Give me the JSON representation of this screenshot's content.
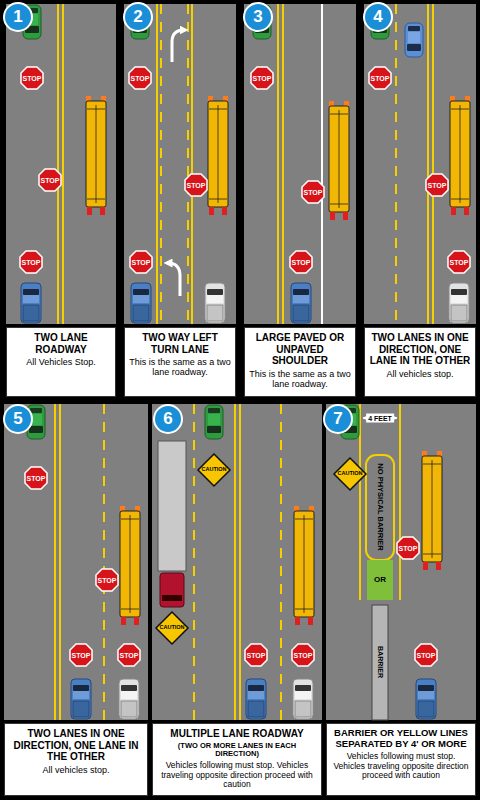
{
  "diagram": {
    "nodes": [
      {
        "text": [
          "1"
        ]
      },
      {
        "text": [
          "STOP"
        ]
      },
      {
        "text": [
          "STOP"
        ]
      },
      {
        "text": [
          "STOP"
        ]
      },
      {
        "text": [
          "TWO LANE ROADWAY",
          "All Vehicles Stop."
        ]
      },
      {
        "text": [
          "2"
        ]
      },
      {
        "text": [
          "STOP"
        ]
      },
      {
        "text": [
          "STOP"
        ]
      },
      {
        "text": [
          "STOP"
        ]
      },
      {
        "text": [
          "TWO WAY LEFT TURN LANE",
          "This is the same as a two lane roadway."
        ]
      },
      {
        "text": [
          "3"
        ]
      },
      {
        "text": [
          "STOP"
        ]
      },
      {
        "text": [
          "STOP"
        ]
      },
      {
        "text": [
          "STOP"
        ]
      },
      {
        "text": [
          "LARGE PAVED OR UNPAVED SHOULDER",
          "This is the same as a two lane roadway."
        ]
      },
      {
        "text": [
          "4"
        ]
      },
      {
        "text": [
          "STOP"
        ]
      },
      {
        "text": [
          "STOP"
        ]
      },
      {
        "text": [
          "STOP"
        ]
      },
      {
        "text": [
          "TWO LANES IN ONE DIRECTION, ONE LANE IN THE OTHER",
          "All vehicles stop."
        ]
      },
      {
        "text": [
          "5"
        ]
      },
      {
        "text": [
          "STOP"
        ]
      },
      {
        "text": [
          "STOP"
        ]
      },
      {
        "text": [
          "STOP"
        ]
      },
      {
        "text": [
          "STOP"
        ]
      },
      {
        "text": [
          "TWO LANES IN ONE DIRECTION, ONE LANE IN THE OTHER",
          "All vehicles stop."
        ]
      },
      {
        "text": [
          "6"
        ]
      },
      {
        "text": [
          "CAUTION"
        ]
      },
      {
        "text": [
          "CAUTION"
        ]
      },
      {
        "text": [
          "STOP"
        ]
      },
      {
        "text": [
          "STOP"
        ]
      },
      {
        "text": [
          "MULTIPLE LANE ROADWAY",
          "(TWO OR MORE LANES IN EACH DIRECTION)",
          "Vehicles following must stop. Vehicles traveling opposite direction proceed with caution"
        ]
      },
      {
        "text": [
          "7"
        ]
      },
      {
        "text": [
          "CAUTION"
        ]
      },
      {
        "text": [
          "STOP"
        ]
      },
      {
        "text": [
          "STOP"
        ]
      },
      {
        "text": [
          "BARRIER OR YELLOW LINES SEPARATED BY 4' OR MORE",
          "Vehicles following must stop. Vehicles traveling opposite direction proceed with caution"
        ]
      }
    ],
    "labels": [
      "4 FEET",
      "NO PHYSICAL BARRIER",
      "OR",
      "BARRIER"
    ]
  }
}
